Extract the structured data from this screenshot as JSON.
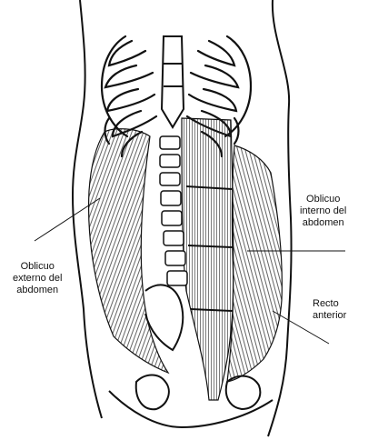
{
  "diagram": {
    "labels": {
      "oblicuo_externo": "Oblicuo\nexterno del\nabdomen",
      "oblicuo_interno": "Oblicuo\ninterno del\nabdomen",
      "recto_anterior": "Recto\nanterior"
    }
  }
}
